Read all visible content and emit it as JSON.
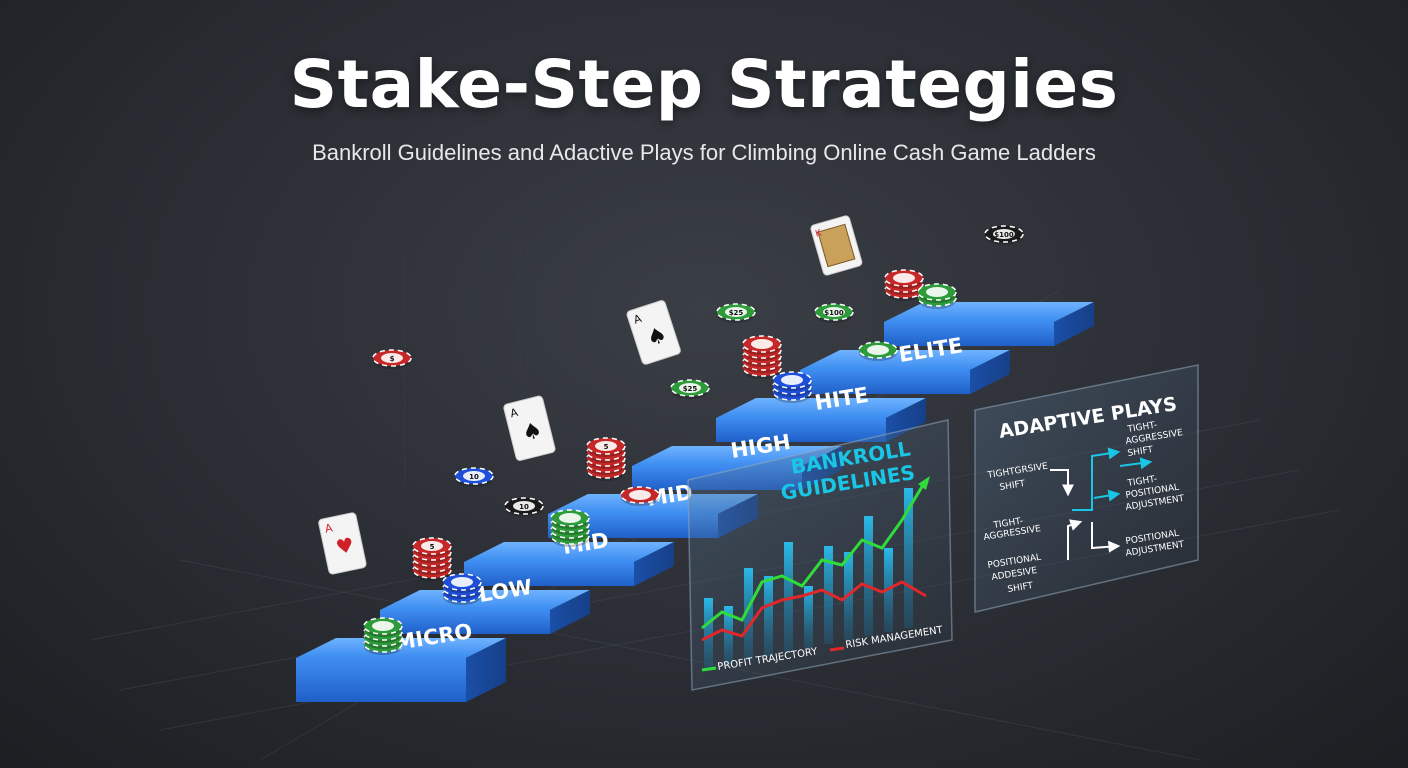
{
  "header": {
    "title": "Stake-Step Strategies",
    "subtitle": "Bankroll Guidelines and Adactive Plays for Climbing Online Cash Game Ladders"
  },
  "stairs": {
    "steps": [
      "MICRO",
      "LOW",
      "MID",
      "MID",
      "HIGH",
      "HITE",
      "ELITE",
      ""
    ]
  },
  "chips": {
    "top_chip": "$100",
    "chip_100": "$100",
    "chip_25a": "$25",
    "chip_25b": "$25",
    "chip_10a": "10",
    "chip_10b": "10",
    "chip_5a": "$",
    "chip_5b": "5",
    "chip_5c": "5"
  },
  "bankroll_panel": {
    "title_line1": "BANKROLL",
    "title_line2": "GUIDELINES",
    "legend_profit": "PROFIT TRAJECTORY",
    "legend_risk": "RISK MANAGEMENT"
  },
  "adaptive_panel": {
    "title": "ADAPTIVE PLAYS",
    "left_1a": "TIGHTGRSIVE",
    "left_1b": "SHIFT",
    "left_2a": "TIGHT-",
    "left_2b": "AGGRESSIVE",
    "left_3a": "POSITIONAL",
    "left_3b": "ADDESIVE",
    "left_3c": "SHIFT",
    "right_1a": "TIGHT-",
    "right_1b": "AGGRESSIVE",
    "right_1c": "SHIFT",
    "right_2a": "TIGHT-",
    "right_2b": "POSITIONAL",
    "right_2c": "ADJUSTMENT",
    "right_3a": "POSITIONAL",
    "right_3b": "ADJUSTMENT"
  },
  "colors": {
    "step_blue": "#2f7fe8",
    "accent_cyan": "#19c6e6",
    "profit_green": "#2fdc3a",
    "risk_red": "#e0282a"
  }
}
